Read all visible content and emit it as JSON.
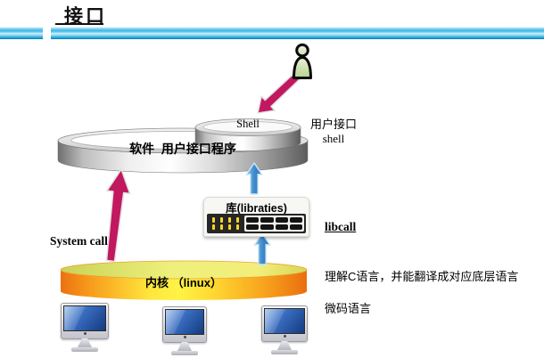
{
  "slide": {
    "title": "接口"
  },
  "diagram": {
    "shell_cylinder_label": "Shell",
    "shell_note_line1": "用户接口",
    "shell_note_line2": "shell",
    "software_ring_label": "软件  用户接口程序",
    "library_box_label": "库(libraties)",
    "libcall_label": "libcall",
    "system_call_label": "System call",
    "kernel_label": "内核 （linux）",
    "note_c_language": "理解C语言，并能翻译成对应底层语言",
    "note_microcode": "微码语言"
  },
  "colors": {
    "accent_bar_cyan": "#29abe2",
    "arrow_magenta": "#c11860",
    "arrow_blue": "#3a85c8",
    "kernel_orange": "#ee7311",
    "kernel_yellow": "#ffee3f",
    "metal_gray": "#c9c9c9",
    "user_icon_green": "#cfe0b0"
  }
}
